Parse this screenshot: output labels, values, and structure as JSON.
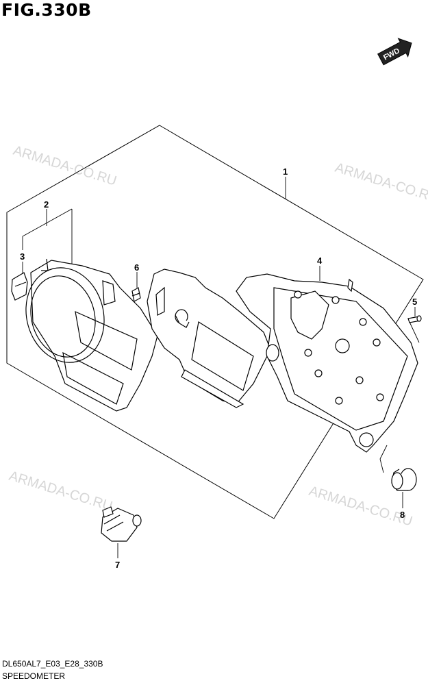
{
  "figure": {
    "title": "FIG.330B"
  },
  "fwd_label": "FWD",
  "callouts": [
    {
      "id": "1",
      "label": "1"
    },
    {
      "id": "2",
      "label": "2"
    },
    {
      "id": "3",
      "label": "3"
    },
    {
      "id": "4",
      "label": "4"
    },
    {
      "id": "5",
      "label": "5"
    },
    {
      "id": "6",
      "label": "6"
    },
    {
      "id": "7",
      "label": "7"
    },
    {
      "id": "8",
      "label": "8"
    }
  ],
  "watermark": "ARMADA-CO.RU",
  "footer": {
    "code": "DL650AL7_E03_E28_330B",
    "name": "SPEEDOMETER"
  },
  "colors": {
    "line": "#000000",
    "watermark": "#d6d6d6",
    "fwd_fill": "#222222"
  }
}
